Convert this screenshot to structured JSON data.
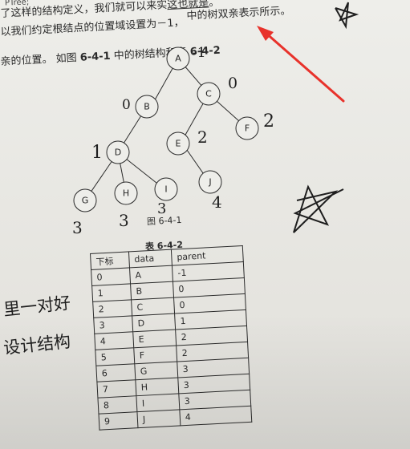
{
  "text": {
    "line0": "PTree;",
    "line1a": "了这样的结构定义，我们就可以来实",
    "line1b": "这也就是",
    "line1c": "。",
    "line2a": "以我们约定根结点的位置域设置为－1，",
    "line2b": "中的树双亲表示所示。",
    "line2c": "中的树结构和表",
    "line2d": "6-4-2",
    "line3a": "亲的位置。",
    "line3b": "如图",
    "line3c": "6-4-1"
  },
  "figure": {
    "caption": "图 6-4-1",
    "nodes": [
      "A",
      "B",
      "C",
      "D",
      "E",
      "F",
      "G",
      "H",
      "I",
      "J"
    ]
  },
  "table": {
    "caption": "表 6-4-2",
    "headers": [
      "下标",
      "data",
      "parent"
    ],
    "rows": [
      [
        "0",
        "A",
        "-1"
      ],
      [
        "1",
        "B",
        "0"
      ],
      [
        "2",
        "C",
        "0"
      ],
      [
        "3",
        "D",
        "1"
      ],
      [
        "4",
        "E",
        "2"
      ],
      [
        "5",
        "F",
        "2"
      ],
      [
        "6",
        "G",
        "3"
      ],
      [
        "7",
        "H",
        "3"
      ],
      [
        "8",
        "I",
        "3"
      ],
      [
        "9",
        "J",
        "4"
      ]
    ]
  },
  "handwriting": {
    "a_note": "-1",
    "b_note": "0",
    "c_note": "0",
    "d_note": "1",
    "e_note": "2",
    "f_note": "2",
    "g_note": "3",
    "h_note": "3",
    "i_note": "3",
    "j_note": "4",
    "left_note1": "里一对好",
    "left_note2": "设计结构"
  },
  "colors": {
    "arrow": "#e8322b",
    "ink": "#1e1e1e"
  }
}
